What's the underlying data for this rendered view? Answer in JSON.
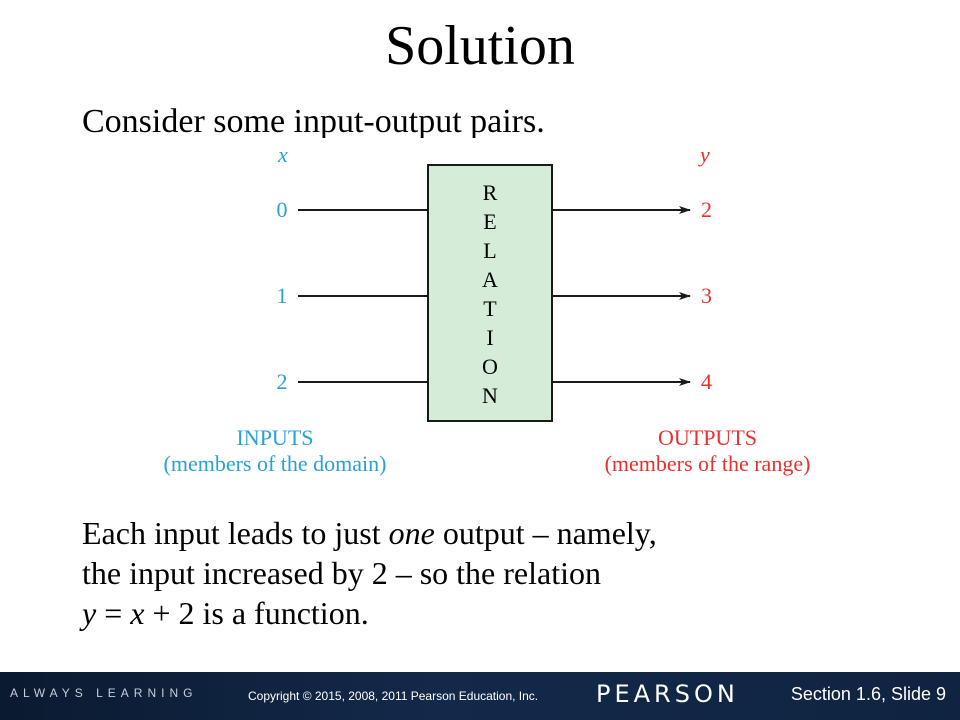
{
  "title": "Solution",
  "intro": "Consider some input-output pairs.",
  "diagram": {
    "x_label": "x",
    "y_label": "y",
    "box_label": [
      "R",
      "E",
      "L",
      "A",
      "T",
      "I",
      "O",
      "N"
    ],
    "inputs": [
      "0",
      "1",
      "2"
    ],
    "outputs": [
      "2",
      "3",
      "4"
    ],
    "inputs_caption_line1": "INPUTS",
    "inputs_caption_line2": "(members of the domain)",
    "outputs_caption_line1": "OUTPUTS",
    "outputs_caption_line2": "(members of the range)",
    "colors": {
      "input": "#2aa0d4",
      "output": "#e8312f",
      "box_fill": "#d4ecd8",
      "box_stroke": "#1a1a1a"
    }
  },
  "conclusion": {
    "part1": "Each input leads to just ",
    "emph": "one",
    "part2": " output – namely,",
    "line2": "the input increased by 2 – so the relation",
    "eq_y": "y",
    "eq_mid": " = ",
    "eq_x": "x",
    "eq_end": " + 2 is a function."
  },
  "footer": {
    "always_learning": "ALWAYS LEARNING",
    "copyright": "Copyright © 2015, 2008, 2011 Pearson Education, Inc.",
    "brand": "PEARSON",
    "slide_info": "Section 1.6,  Slide 9"
  }
}
